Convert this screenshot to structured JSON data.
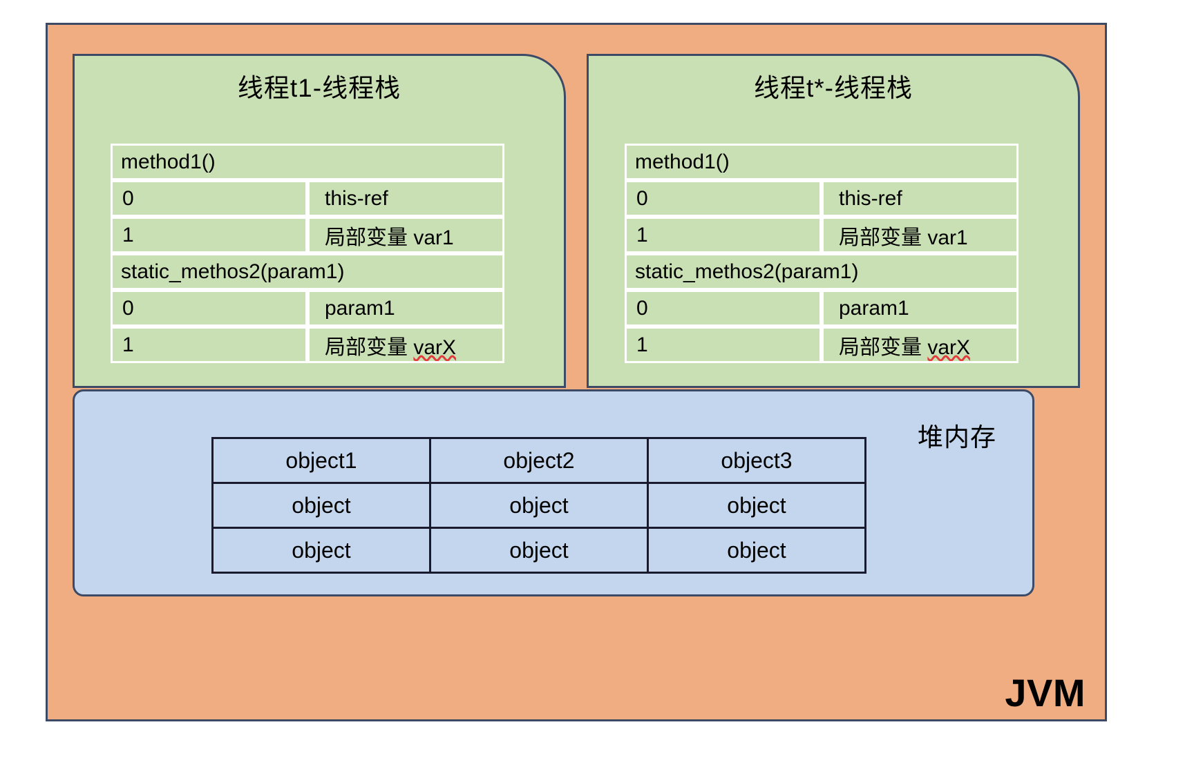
{
  "diagram": {
    "outer_label": "JVM",
    "colors": {
      "jvm_background": "#F0AD81",
      "thread_stack_background": "#C9E0B4",
      "heap_background": "#C3D6ED",
      "border": "#3D4A66",
      "table_border_light": "#FFFFFF",
      "table_border_dark": "#1A1A2E",
      "misspelling_underline": "#E23B3B"
    }
  },
  "thread_stacks": [
    {
      "title": "线程t1-线程栈",
      "frames": [
        {
          "method": "method1()",
          "slots": [
            {
              "index": "0",
              "value": "this-ref",
              "misspelled": false
            },
            {
              "index": "1",
              "value": "局部变量 var1",
              "misspelled": false
            }
          ]
        },
        {
          "method": "static_methos2(param1)",
          "slots": [
            {
              "index": "0",
              "value": "param1",
              "misspelled": false
            },
            {
              "index": "1",
              "value_prefix": "局部变量 ",
              "value_flagged": "varX",
              "misspelled": true
            }
          ]
        }
      ]
    },
    {
      "title": "线程t*-线程栈",
      "frames": [
        {
          "method": "method1()",
          "slots": [
            {
              "index": "0",
              "value": "this-ref",
              "misspelled": false
            },
            {
              "index": "1",
              "value": "局部变量 var1",
              "misspelled": false
            }
          ]
        },
        {
          "method": "static_methos2(param1)",
          "slots": [
            {
              "index": "0",
              "value": "param1",
              "misspelled": false
            },
            {
              "index": "1",
              "value_prefix": "局部变量 ",
              "value_flagged": "varX",
              "misspelled": true
            }
          ]
        }
      ]
    }
  ],
  "heap": {
    "label": "堆内存",
    "rows": [
      [
        "object1",
        "object2",
        "object3"
      ],
      [
        "object",
        "object",
        "object"
      ],
      [
        "object",
        "object",
        "object"
      ]
    ]
  }
}
